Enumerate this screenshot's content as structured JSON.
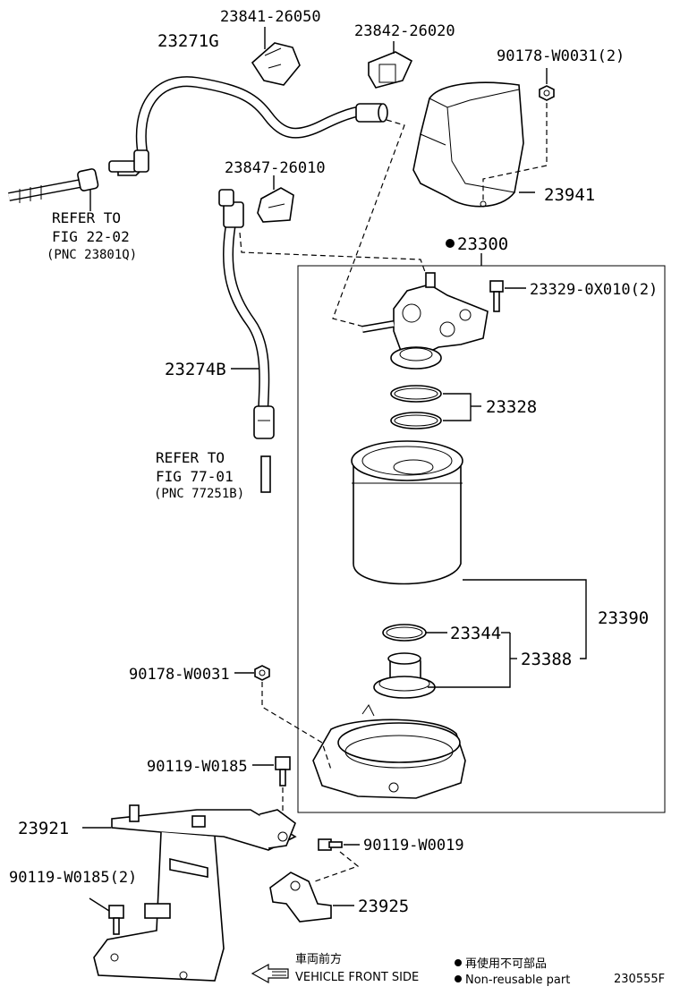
{
  "labels": {
    "p23841": "23841-26050",
    "p23842": "23842-26020",
    "p23271": "23271G",
    "p90178a": "90178-W0031(2)",
    "p23941": "23941",
    "p23847": "23847-26010",
    "p23300": "23300",
    "p23329": "23329-0X010(2)",
    "p23274": "23274B",
    "p23328": "23328",
    "p23390": "23390",
    "p23344": "23344",
    "p23388": "23388",
    "p90178b": "90178-W0031",
    "p90119a": "90119-W0185",
    "p23921": "23921",
    "p90119b": "90119-W0019",
    "p90119c": "90119-W0185(2)",
    "p23925": "23925"
  },
  "refs": {
    "ref1": {
      "line1": "REFER TO",
      "line2": "FIG 22-02",
      "line3": "(PNC 23801Q)"
    },
    "ref2": {
      "line1": "REFER TO",
      "line2": "FIG 77-01",
      "line3": "(PNC 77251B)"
    }
  },
  "legend": {
    "jp_front": "車両前方",
    "front": "VEHICLE FRONT SIDE",
    "jp_nonreuse": "再使用不可部品",
    "nonreuse": "Non-reusable part",
    "code": "230555F"
  }
}
